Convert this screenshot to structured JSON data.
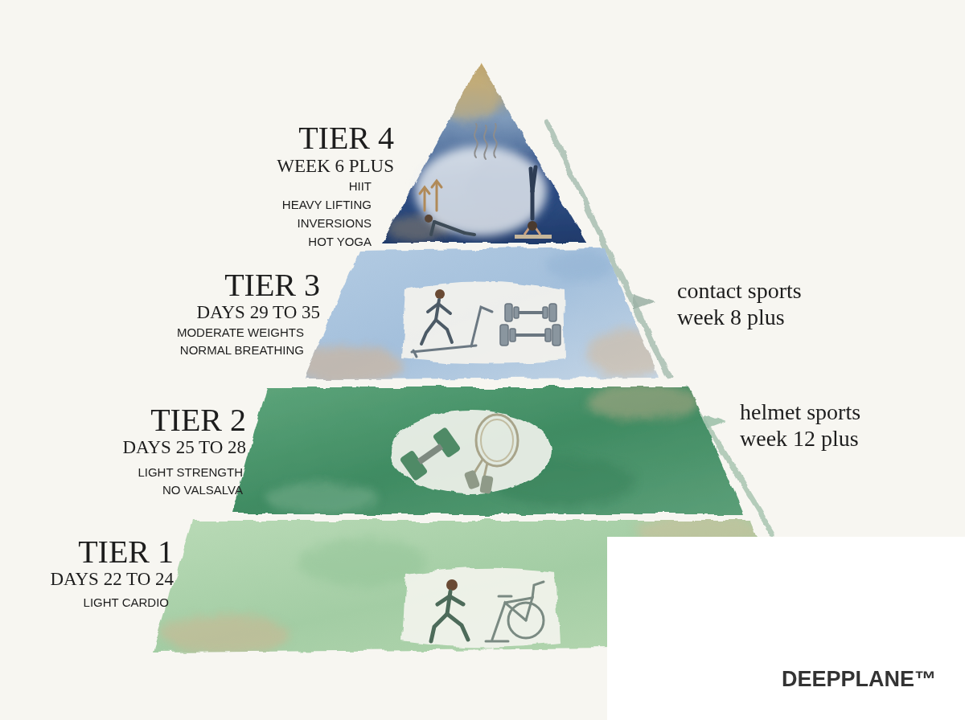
{
  "diagram": {
    "nodes": [
      {
        "text": [
          "TIER 4",
          "WEEK 6 PLUS",
          "HIIT",
          "HEAVY LIFTING",
          "INVERSIONS",
          "HOT YOGA"
        ]
      },
      {
        "text": [
          "TIER 3",
          "DAYS 29 TO 35",
          "MODERATE WEIGHTS",
          "NORMAL BREATHING"
        ]
      },
      {
        "text": [
          "TIER 2",
          "DAYS 25 TO 28",
          "LIGHT STRENGTH",
          "NO VALSALVA"
        ]
      },
      {
        "text": [
          "TIER 1",
          "DAYS 22 TO 24",
          "LIGHT CARDIO"
        ]
      }
    ],
    "labels": [
      "contact sports",
      "week 8 plus",
      "helmet sports",
      "week 12 plus",
      "DEEPPLANE™"
    ]
  }
}
